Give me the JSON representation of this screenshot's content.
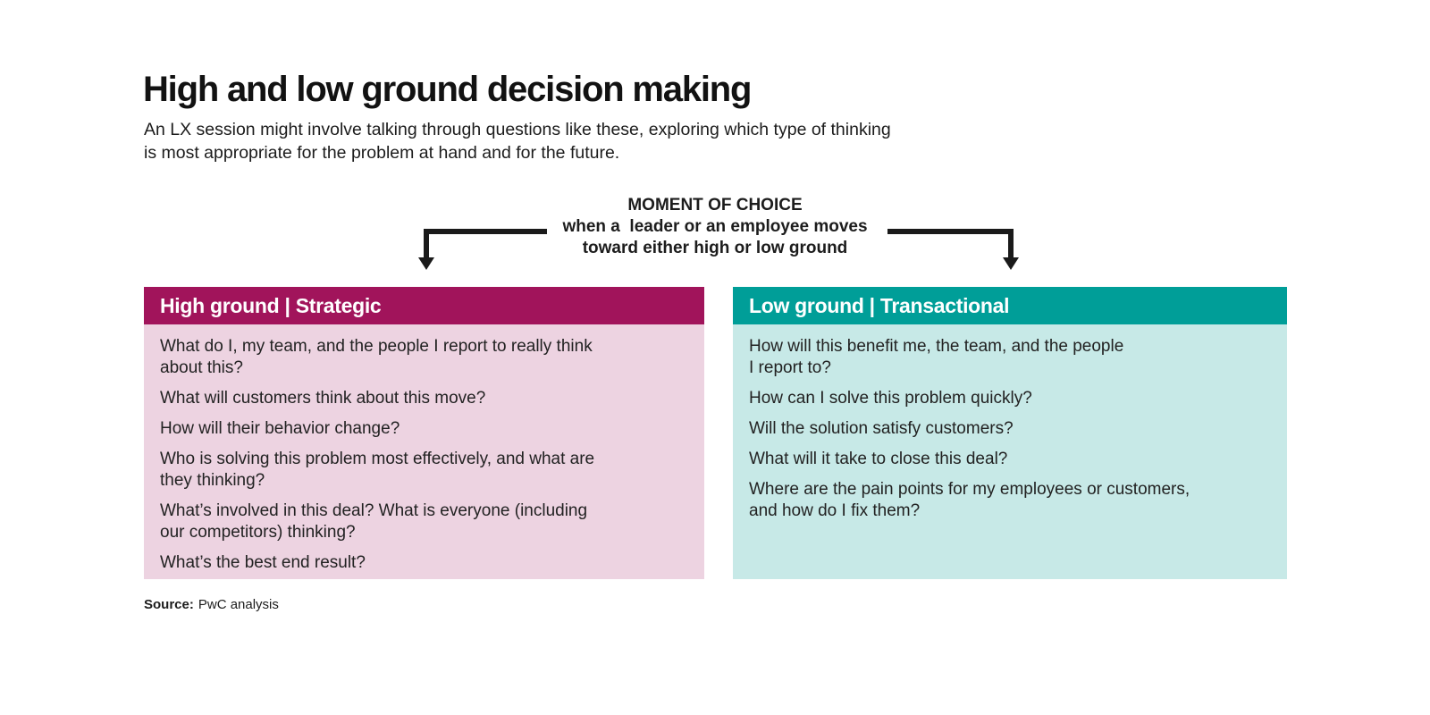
{
  "header": {
    "title": "High and low ground decision making",
    "subtitle": "An LX session might involve talking through questions like these, exploring which type of thinking\nis most appropriate for the problem at hand and for the future."
  },
  "moment": {
    "heading": "MOMENT OF CHOICE",
    "line2": "when a  leader or an employee moves",
    "line3": "toward either high or low ground"
  },
  "colors": {
    "high_header": "#A1145B",
    "high_body": "#EDD3E1",
    "low_header": "#009E98",
    "low_body": "#C7E9E7",
    "arrow": "#1A1A1A"
  },
  "cards": {
    "high": {
      "title": "High ground | Strategic",
      "questions": [
        "What do I, my team, and the people I report to really think\nabout this?",
        "What will customers think about this move?",
        "How will their behavior change?",
        "Who is solving this problem most effectively, and what are\nthey thinking?",
        "What’s involved in this deal? What is everyone (including\nour competitors) thinking?",
        "What’s the best end result?"
      ]
    },
    "low": {
      "title": "Low ground | Transactional",
      "questions": [
        "How will this benefit me, the team, and the people\nI report to?",
        "How can I solve this problem quickly?",
        "Will the solution satisfy customers?",
        "What will it take to close this deal?",
        "Where are the pain points for my employees or customers,\nand how do I fix them?"
      ]
    }
  },
  "source": {
    "label": "Source:",
    "text": "PwC analysis"
  }
}
